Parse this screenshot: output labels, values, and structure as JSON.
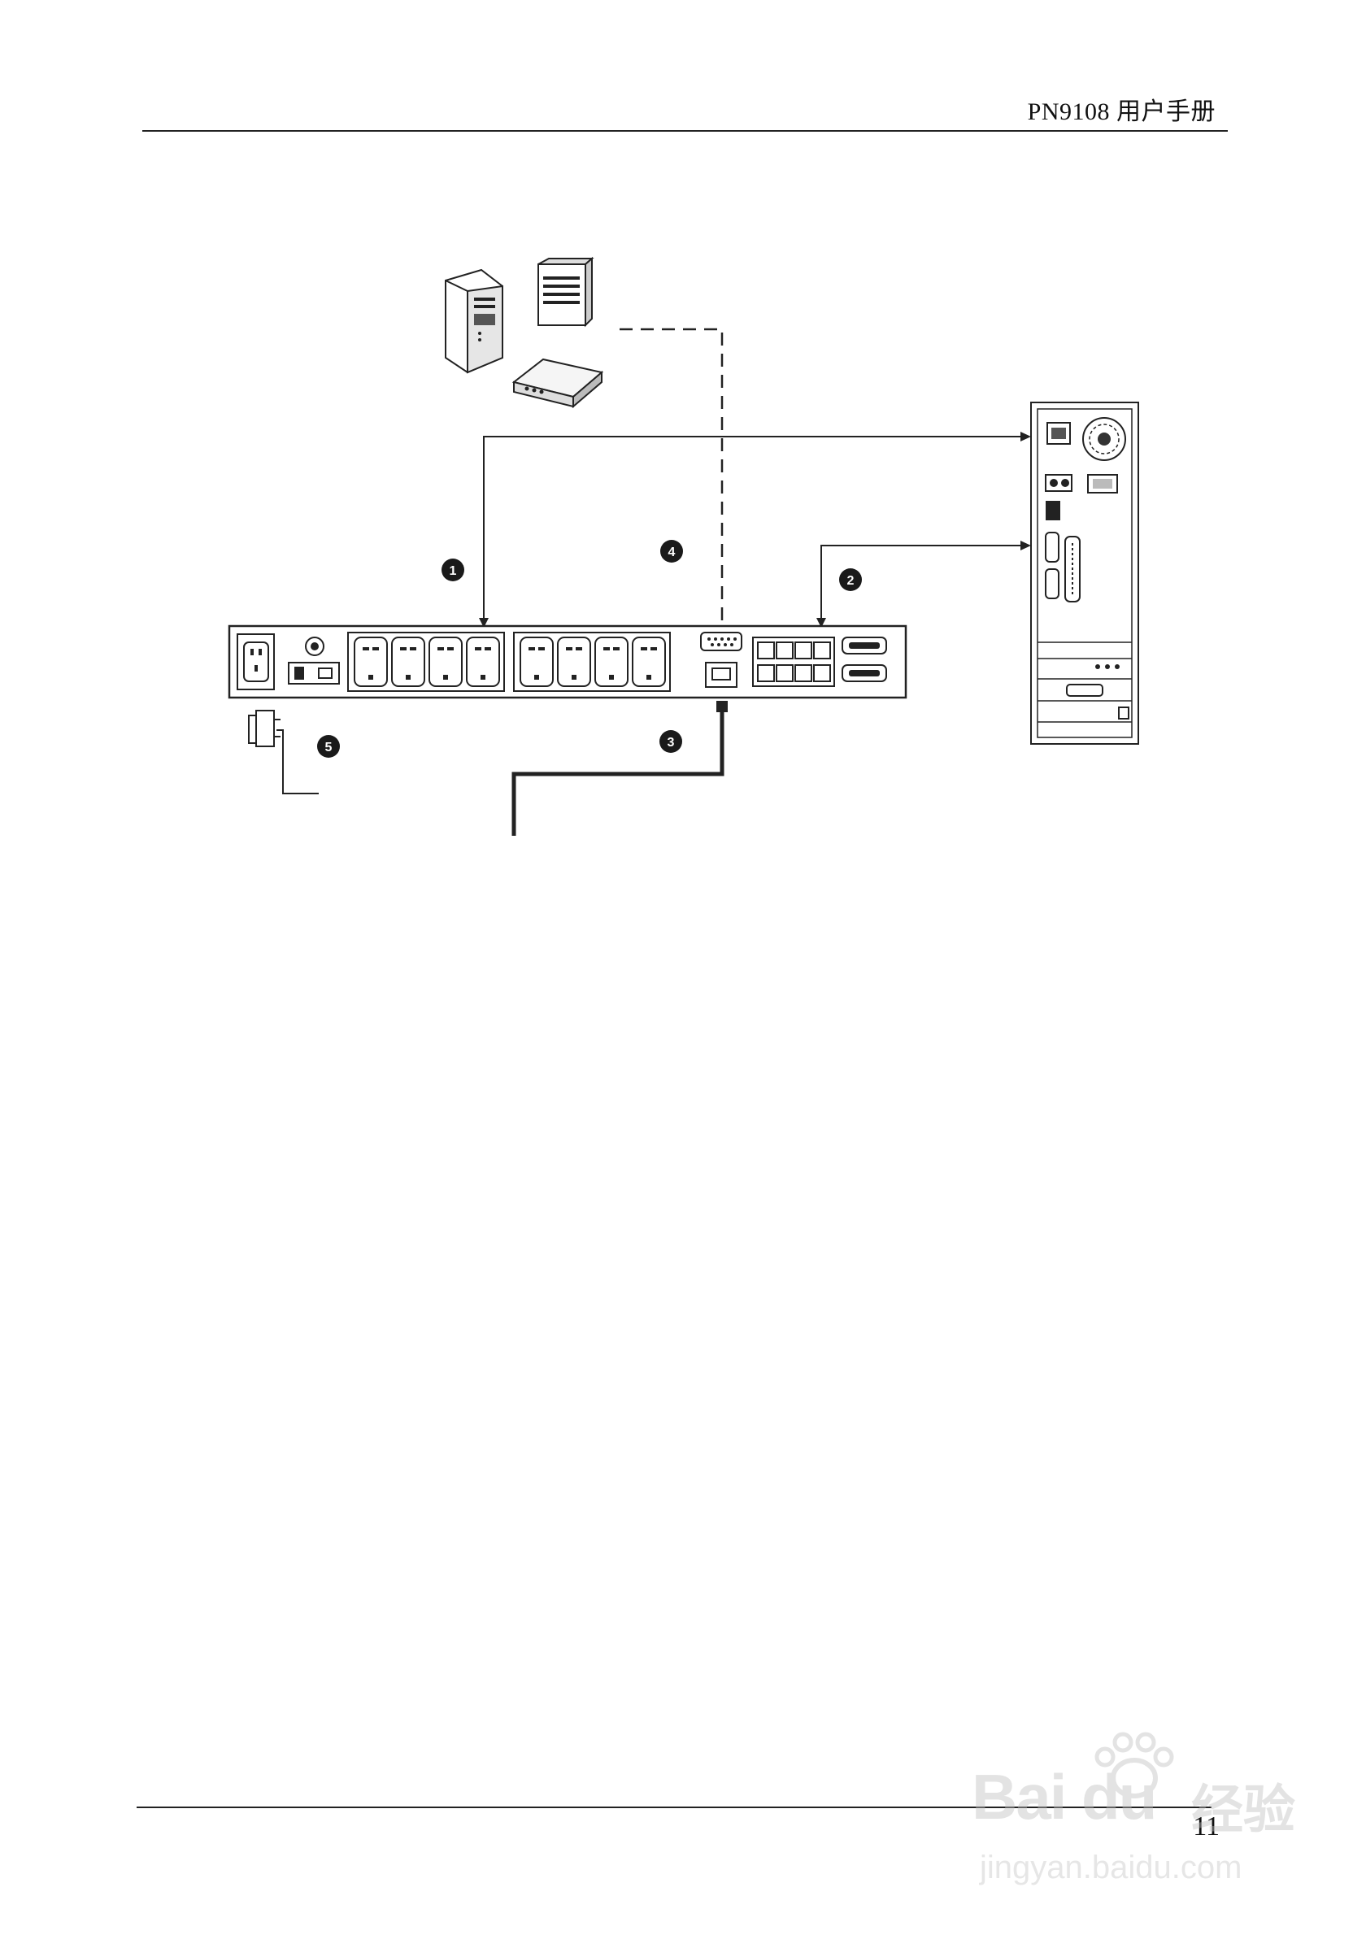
{
  "header": {
    "title": "PN9108  用户手册"
  },
  "diagram": {
    "callouts": [
      "1",
      "2",
      "3",
      "4",
      "5"
    ]
  },
  "footer": {
    "page_number": "11"
  },
  "watermark": {
    "brand": "Bai du",
    "brand_cn": "经验",
    "url": "jingyan.baidu.com"
  }
}
